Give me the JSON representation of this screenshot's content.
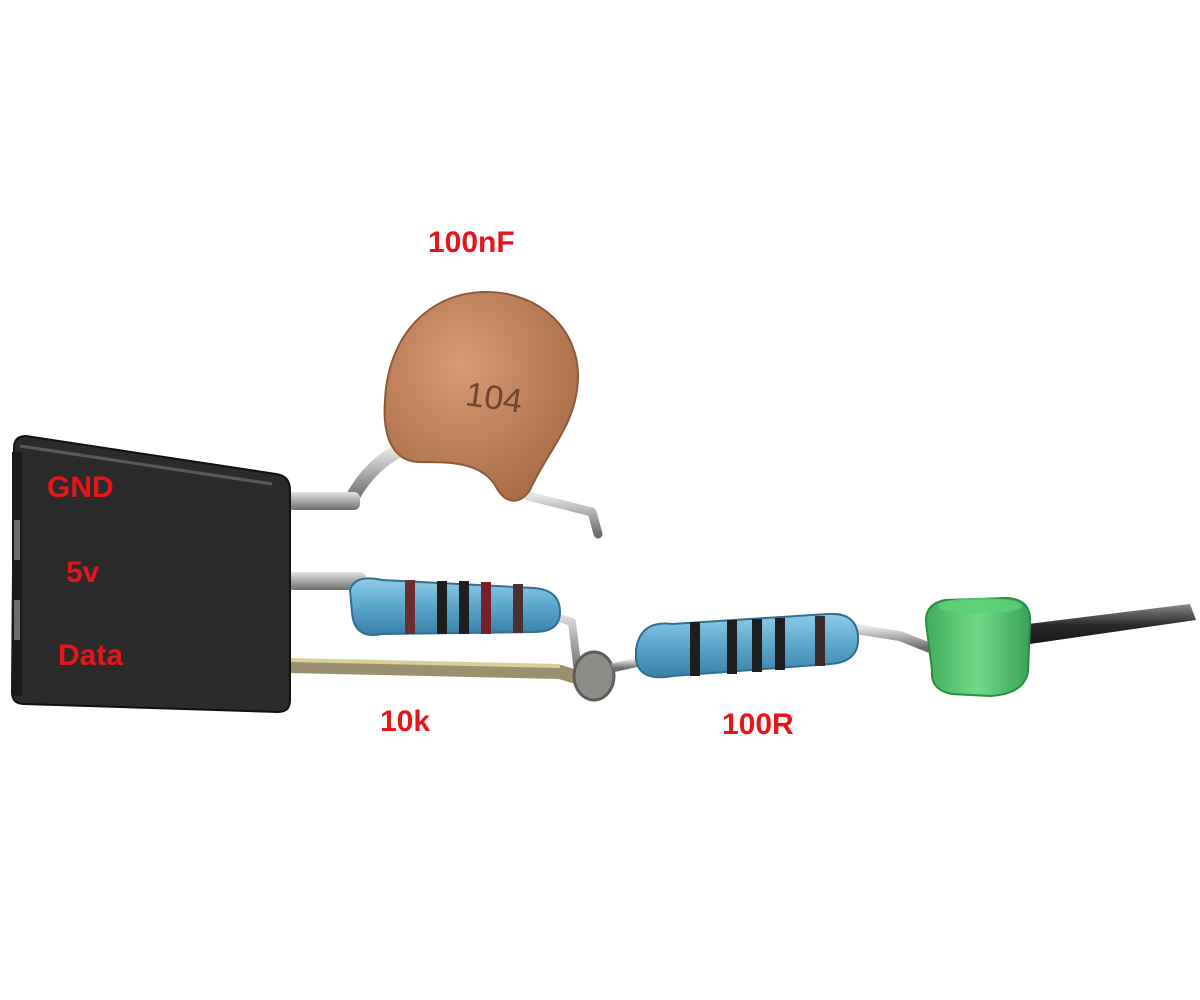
{
  "labels": {
    "capacitor": "100nF",
    "pin_gnd": "GND",
    "pin_5v": "5v",
    "pin_data": "Data",
    "resistor_pullup": "10k",
    "resistor_series": "100R"
  },
  "capacitor_marking": "104",
  "colors": {
    "label_text": "#e8141a",
    "sensor_body": "#2b2b2b",
    "capacitor_body": "#c88a62",
    "resistor_body": "#6cb6d8",
    "connector": "#4dbd6a",
    "lead_wire": "#b4b4b4"
  }
}
